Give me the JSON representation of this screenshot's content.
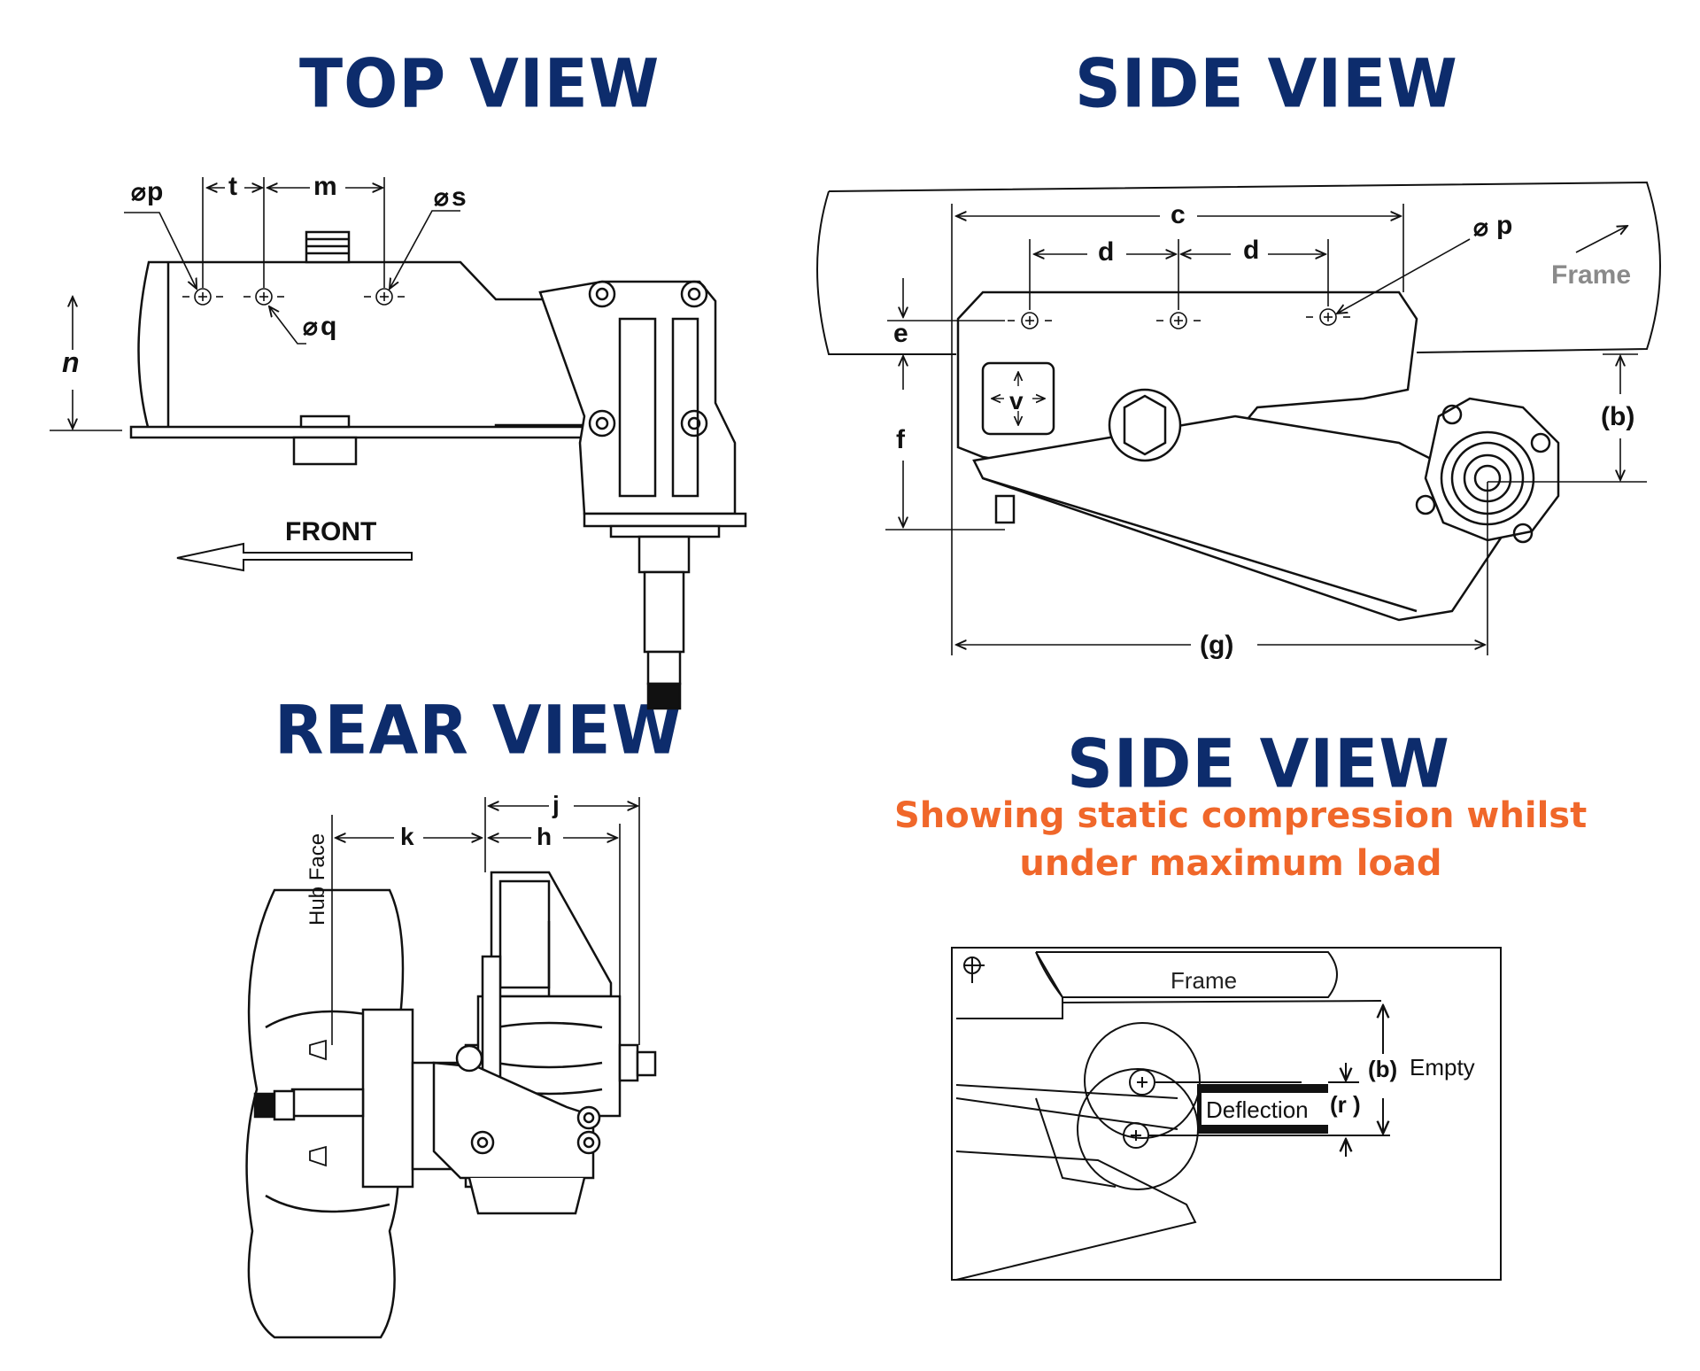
{
  "headings": {
    "top_view": "TOP VIEW",
    "side_view": "SIDE VIEW",
    "rear_view": "REAR VIEW",
    "side_view_2": "SIDE VIEW",
    "subtitle_line1": "Showing static compression whilst",
    "subtitle_line2": "under maximum load"
  },
  "top_view": {
    "p": "p",
    "t": "t",
    "m": "m",
    "s": "s",
    "q": "q",
    "n": "n",
    "front": "FRONT"
  },
  "side_view": {
    "c": "c",
    "d1": "d",
    "d2": "d",
    "p": "p",
    "frame": "Frame",
    "e": "e",
    "f": "f",
    "v": "v",
    "b": "(b)",
    "g": "(g)"
  },
  "rear_view": {
    "j": "j",
    "k": "k",
    "h": "h",
    "hub_face": "Hub Face"
  },
  "deflection_view": {
    "frame": "Frame",
    "b": "(b)",
    "empty": "Empty",
    "deflection": "Deflection",
    "r": "(r )"
  },
  "colors": {
    "heading": "#0d2c6c",
    "subtitle": "#f0672a",
    "line": "#111111"
  }
}
